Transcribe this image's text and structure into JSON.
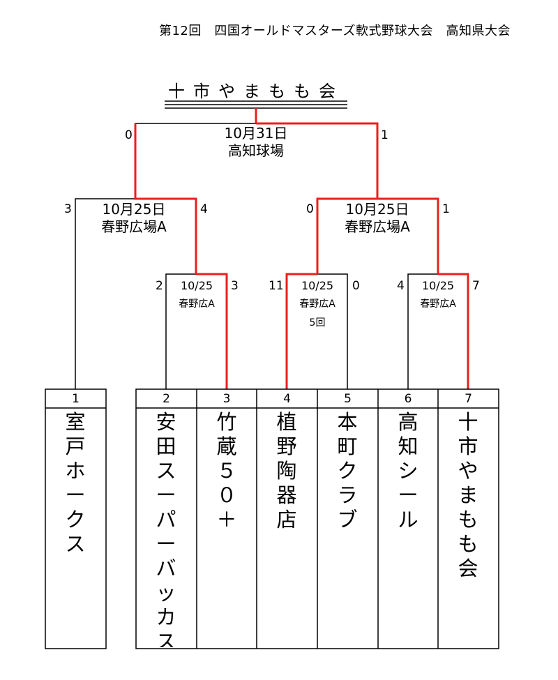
{
  "title": "第12回　四国オールドマスターズ軟式野球大会　高知県大会",
  "champion": "十市やまもも会",
  "final": {
    "date": "10月31日",
    "venue": "高知球場",
    "score_left": "0",
    "score_right": "1"
  },
  "semi_left": {
    "date": "10月25日",
    "venue": "春野広場A",
    "score_left": "3",
    "score_right": "4"
  },
  "semi_right": {
    "date": "10月25日",
    "venue": "春野広場A",
    "score_left": "0",
    "score_right": "1"
  },
  "r1_a": {
    "date": "10/25",
    "venue": "春野広A",
    "note": "",
    "score_left": "2",
    "score_right": "3"
  },
  "r1_b": {
    "date": "10/25",
    "venue": "春野広A",
    "note": "5回",
    "score_left": "11",
    "score_right": "0"
  },
  "r1_c": {
    "date": "10/25",
    "venue": "春野広A",
    "note": "",
    "score_left": "4",
    "score_right": "7"
  },
  "teams": [
    {
      "no": "1",
      "name": "室戸ホークス"
    },
    {
      "no": "2",
      "name": "安田スーパーバッカス"
    },
    {
      "no": "3",
      "name": "竹蔵５０＋"
    },
    {
      "no": "4",
      "name": "植野陶器店"
    },
    {
      "no": "5",
      "name": "本町クラブ"
    },
    {
      "no": "6",
      "name": "高知シール"
    },
    {
      "no": "7",
      "name": "十市やまもも会"
    }
  ],
  "colors": {
    "line": "#000000",
    "winner": "#e8201c"
  }
}
